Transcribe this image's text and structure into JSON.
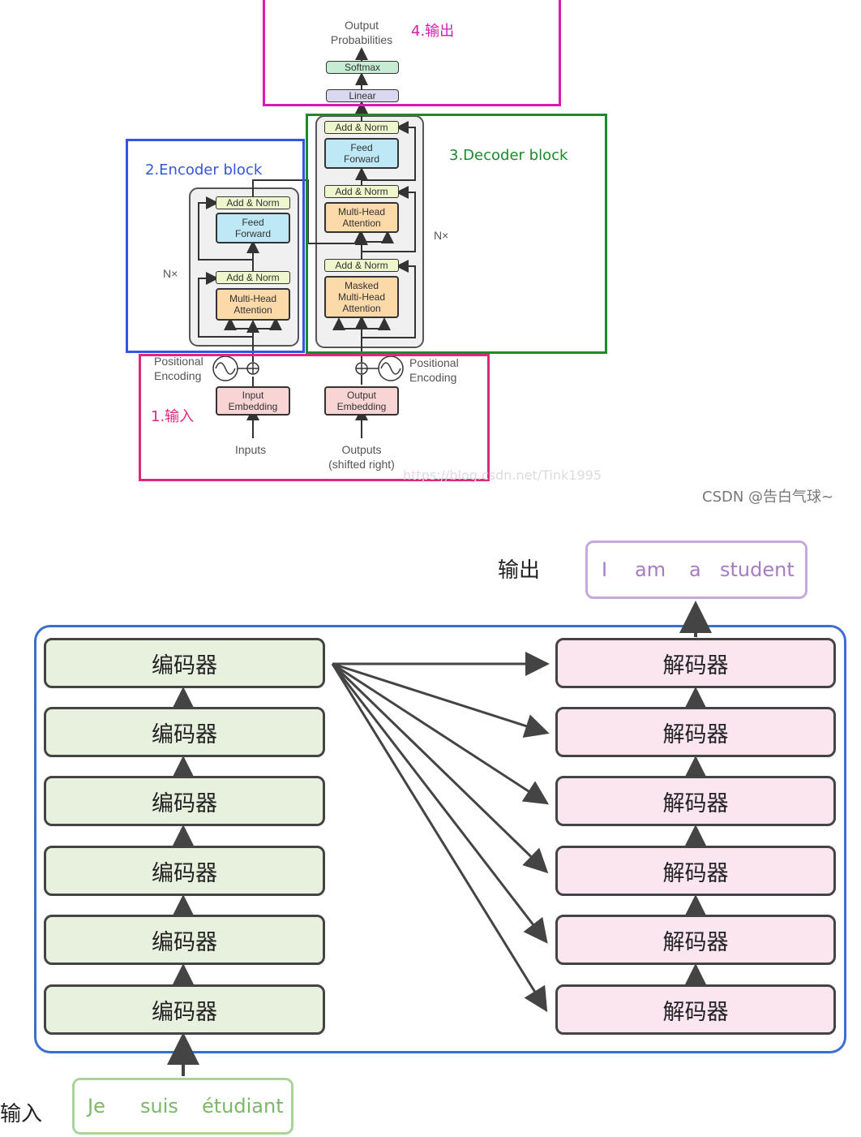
{
  "top": {
    "output_probabilities": "Output\nProbabilities",
    "softmax": "Softmax",
    "linear": "Linear",
    "add_norm": "Add & Norm",
    "feed_forward": "Feed\nForward",
    "multi_head_attention": "Multi-Head\nAttention",
    "masked_multi_head_attention": "Masked\nMulti-Head\nAttention",
    "nx": "N×",
    "positional_encoding": "Positional\nEncoding",
    "input_embedding": "Input\nEmbedding",
    "output_embedding": "Output\nEmbedding",
    "inputs": "Inputs",
    "outputs": "Outputs\n(shifted right)",
    "annotations": {
      "output": "4.输出",
      "encoder": "2.Encoder block",
      "decoder": "3.Decoder block",
      "input": "1.输入"
    },
    "watermark_url": "https://blog.csdn.net/Tink1995",
    "watermark_csdn": "CSDN @告白气球~"
  },
  "bottom": {
    "output_label": "输出",
    "output_tokens": [
      "I",
      "am",
      "a",
      "student"
    ],
    "input_label": "输入",
    "input_tokens": [
      "Je",
      "suis",
      "étudiant"
    ],
    "encoders": [
      "编码器",
      "编码器",
      "编码器",
      "编码器",
      "编码器",
      "编码器"
    ],
    "decoders": [
      "解码器",
      "解码器",
      "解码器",
      "解码器",
      "解码器",
      "解码器"
    ]
  },
  "colors": {
    "output_frame": "#d81bb0",
    "encoder_frame": "#3355e0",
    "decoder_frame": "#1b8a2e",
    "input_frame": "#e0287a",
    "container": "#3a6fd0",
    "encoder_fill": "#e7f1de",
    "decoder_fill": "#fbe6f0",
    "output_token_color": "#a77bc4",
    "input_token_color": "#7bb868"
  }
}
